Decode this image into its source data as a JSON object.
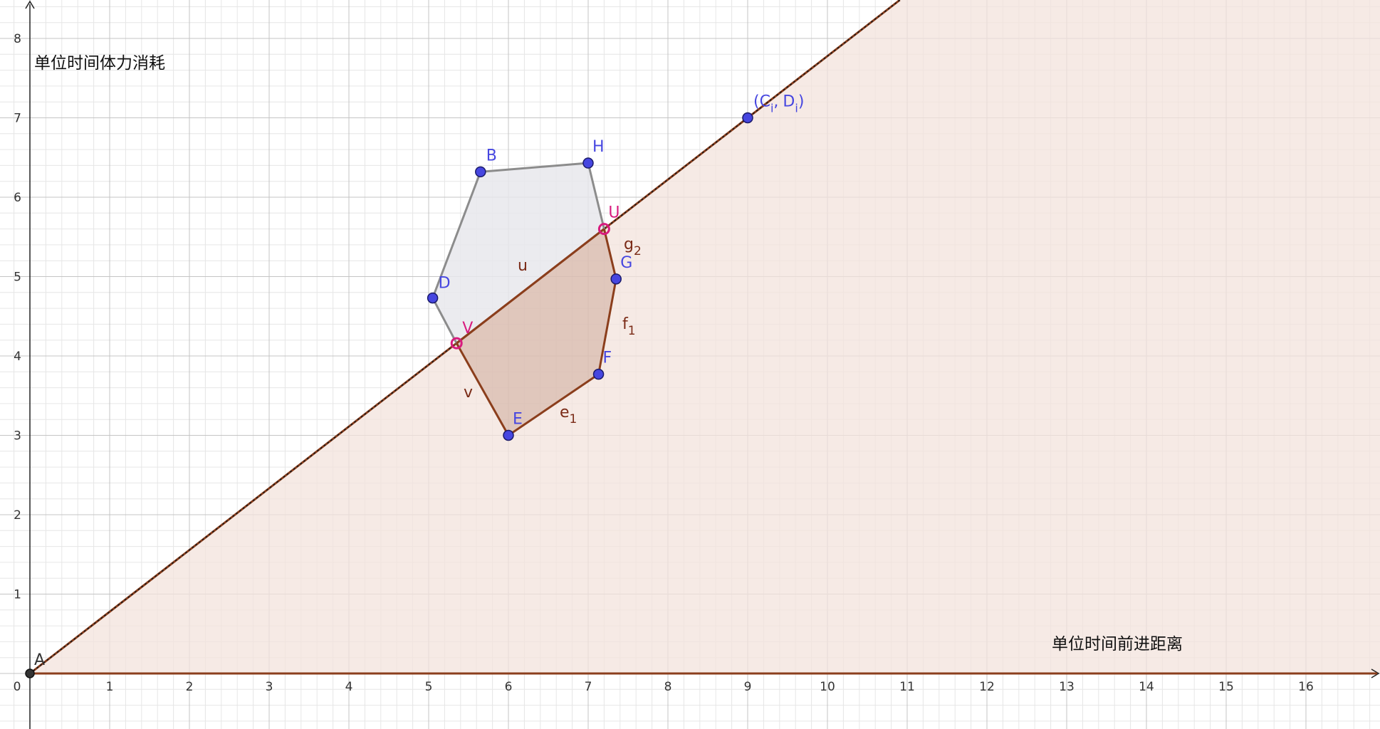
{
  "axes": {
    "x_title": "单位时间前进距离",
    "y_title": "单位时间体力消耗",
    "x_ticks": [
      "0",
      "1",
      "2",
      "3",
      "4",
      "5",
      "6",
      "7",
      "8",
      "9",
      "10",
      "11",
      "12",
      "13",
      "14",
      "15",
      "16"
    ],
    "y_ticks": [
      "1",
      "2",
      "3",
      "4",
      "5",
      "6",
      "7",
      "8"
    ],
    "x_range": [
      -0.38,
      16.96
    ],
    "y_range": [
      -0.68,
      8.47
    ],
    "origin_point_label": "A"
  },
  "colors": {
    "region_fill": "#f3e3dc",
    "region_line": "#8b3e1c",
    "grey_polygon_fill": "#e8e8ec",
    "grey_polygon_line": "#8c8c8c",
    "blue_point": "#4646e0",
    "pink_point": "#d81b7e",
    "major_grid": "#c4c4c4",
    "minor_grid": "#e6e6e6"
  },
  "points": {
    "A": {
      "label": "A",
      "x": 0,
      "y": 0
    },
    "B": {
      "label": "B",
      "x": 5.65,
      "y": 6.32
    },
    "H": {
      "label": "H",
      "x": 7.0,
      "y": 6.43
    },
    "D": {
      "label": "D",
      "x": 5.05,
      "y": 4.73
    },
    "E": {
      "label": "E",
      "x": 6.0,
      "y": 3.0
    },
    "F": {
      "label": "F",
      "x": 7.13,
      "y": 3.77
    },
    "G": {
      "label": "G",
      "x": 7.35,
      "y": 4.97
    },
    "C": {
      "label": "(C",
      "sub_i": "i",
      "comma": ",",
      "label_d": "D",
      "close": ")",
      "x": 9.0,
      "y": 7.0
    },
    "U": {
      "label": "U",
      "x": 7.2,
      "y": 5.6
    },
    "V": {
      "label": "V",
      "x": 5.35,
      "y": 4.16
    }
  },
  "segments": {
    "u": "u",
    "v": "v",
    "e": {
      "main": "e",
      "sub": "1"
    },
    "f": {
      "main": "f",
      "sub": "1"
    },
    "g": {
      "main": "g",
      "sub": "2"
    }
  },
  "line_slope": 0.7778
}
